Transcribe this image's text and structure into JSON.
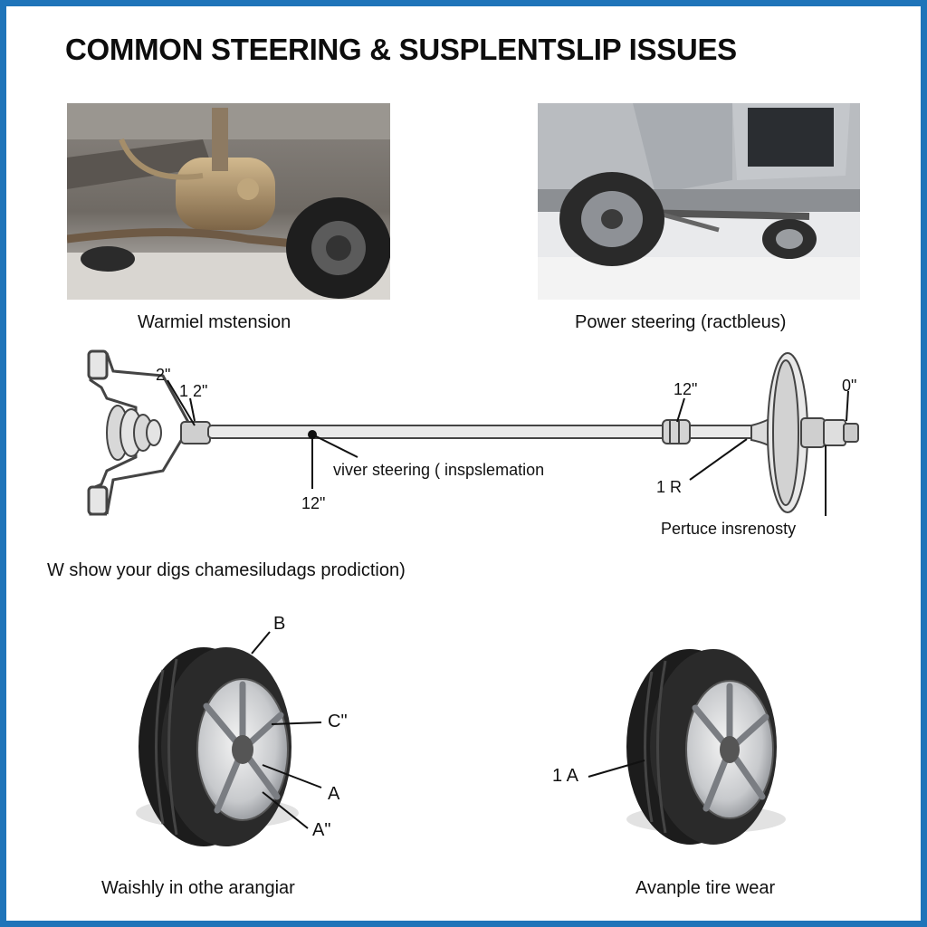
{
  "title": "COMMON STEERING & SUSPLENTSLIP ISSUES",
  "photos": {
    "left_caption": "Warmiel mstension",
    "right_caption": "Power steering (ractbleus)"
  },
  "rack": {
    "labels": {
      "top_left_2": "2\"",
      "top_left_12": "1 2\"",
      "bottom_12": "12\"",
      "center": "viver steering ( inspslemation",
      "right_12": "12\"",
      "right_0": "0\"",
      "right_1r": "1 R",
      "right_caption": "Pertuce insrenosty"
    }
  },
  "section_caption": "W show your digs chamesiludags prodiction)",
  "tires": {
    "left": {
      "label_b": "B",
      "label_c": "C\"",
      "label_a": "A",
      "label_a2": "A\"",
      "caption": "Waishly in othe arangiar"
    },
    "right": {
      "label_1a": "1 A",
      "caption": "Avanple tire wear"
    }
  },
  "colors": {
    "border": "#1f74b9"
  }
}
